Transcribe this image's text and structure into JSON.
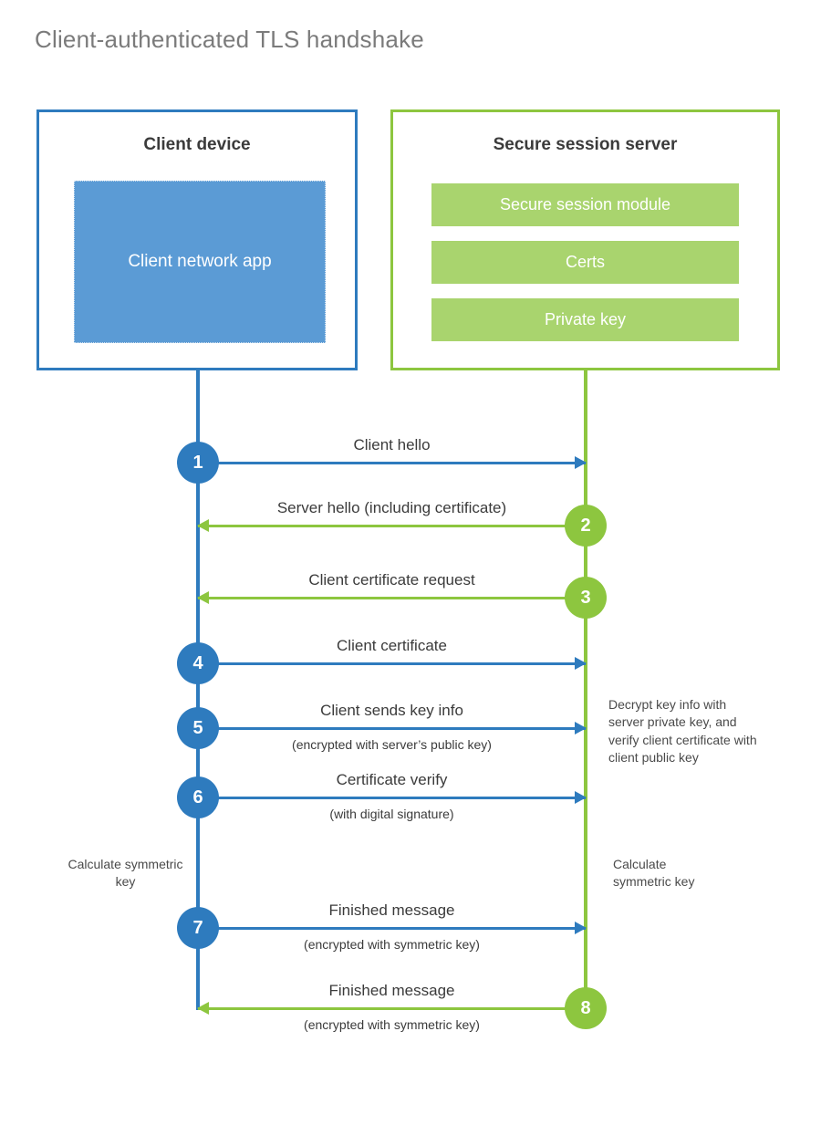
{
  "title": "Client-authenticated TLS handshake",
  "colors": {
    "client_accent": "#2e7bbe",
    "server_accent": "#8dc63f",
    "client_app_fill": "#5b9bd5",
    "server_bar_fill": "#a9d46e",
    "title_text": "#7b7b7b",
    "body_text": "#3b3b3b"
  },
  "client": {
    "title": "Client device",
    "app_label": "Client network app"
  },
  "server": {
    "title": "Secure session server",
    "bars": [
      {
        "label": "Secure session module"
      },
      {
        "label": "Certs"
      },
      {
        "label": "Private key"
      }
    ]
  },
  "messages": [
    {
      "number": "1",
      "label": "Client hello",
      "sublabel": "",
      "direction": "to-server",
      "origin": "client"
    },
    {
      "number": "2",
      "label": "Server hello (including certificate)",
      "sublabel": "",
      "direction": "to-client",
      "origin": "server"
    },
    {
      "number": "3",
      "label": "Client certificate request",
      "sublabel": "",
      "direction": "to-client",
      "origin": "server"
    },
    {
      "number": "4",
      "label": "Client certificate",
      "sublabel": "",
      "direction": "to-server",
      "origin": "client"
    },
    {
      "number": "5",
      "label": "Client sends key info",
      "sublabel": "(encrypted with server’s public key)",
      "direction": "to-server",
      "origin": "client"
    },
    {
      "number": "6",
      "label": "Certificate verify",
      "sublabel": "(with digital signature)",
      "direction": "to-server",
      "origin": "client"
    },
    {
      "number": "7",
      "label": "Finished message",
      "sublabel": "(encrypted with symmetric key)",
      "direction": "to-server",
      "origin": "client"
    },
    {
      "number": "8",
      "label": "Finished message",
      "sublabel": "(encrypted with symmetric key)",
      "direction": "to-client",
      "origin": "server"
    }
  ],
  "notes": {
    "server_decrypt": "Decrypt key info with server private key, and verify client certificate with client public key",
    "client_calculate": "Calculate symmetric key",
    "server_calculate": "Calculate symmetric key"
  }
}
